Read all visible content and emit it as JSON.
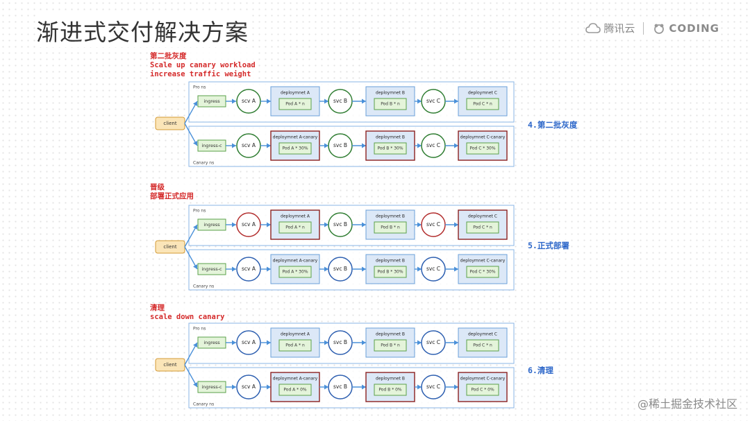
{
  "title": "渐进式交付解决方案",
  "brand": {
    "tencent": "腾讯云",
    "coding": "CODING"
  },
  "watermark": "@稀土掘金技术社区",
  "stages": [
    {
      "note_lines": [
        "第二批灰度",
        "Scale up canary workload",
        "increase traffic weight"
      ],
      "stage_label": "4.第二批灰度",
      "client": "client",
      "pro": {
        "ns": "Pro ns",
        "ingress": "ingress",
        "nodes": [
          {
            "svc": "scv A",
            "deploy": "deploymnet A",
            "pod": "Pod A * n"
          },
          {
            "svc": "svc B",
            "deploy": "deploymnet B",
            "pod": "Pod B * n"
          },
          {
            "svc": "svc C",
            "deploy": "deploymnet C",
            "pod": "Pod C * n"
          }
        ]
      },
      "canary": {
        "ns": "Canary ns",
        "ingress": "ingress-c",
        "nodes": [
          {
            "svc": "scv A",
            "deploy": "deploymnet A-canary",
            "pod": "Pod A * 30%"
          },
          {
            "svc": "svc B",
            "deploy": "deploymnet B",
            "pod": "Pod B * 30%"
          },
          {
            "svc": "svc C",
            "deploy": "deploymnet C-canary",
            "pod": "Pod C * 30%"
          }
        ]
      }
    },
    {
      "note_lines": [
        "晋级",
        "部署正式应用"
      ],
      "stage_label": "5.正式部署",
      "client": "client",
      "pro": {
        "ns": "Pro ns",
        "ingress": "ingress",
        "nodes": [
          {
            "svc": "scv A",
            "deploy": "deploymnet A",
            "pod": "Pod A * n"
          },
          {
            "svc": "svc B",
            "deploy": "deploymnet B",
            "pod": "Pod B * n"
          },
          {
            "svc": "svc C",
            "deploy": "deploymnet C",
            "pod": "Pod C * n"
          }
        ]
      },
      "canary": {
        "ns": "Canary ns",
        "ingress": "ingress-c",
        "nodes": [
          {
            "svc": "scv A",
            "deploy": "deploymnet A-canary",
            "pod": "Pod A * 30%"
          },
          {
            "svc": "svc B",
            "deploy": "deploymnet B",
            "pod": "Pod B * 30%"
          },
          {
            "svc": "svc C",
            "deploy": "deploymnet C-canary",
            "pod": "Pod C * 30%"
          }
        ]
      }
    },
    {
      "note_lines": [
        "清理",
        "scale down canary"
      ],
      "stage_label": "6.清理",
      "client": "client",
      "pro": {
        "ns": "Pro ns",
        "ingress": "ingress",
        "nodes": [
          {
            "svc": "scv A",
            "deploy": "deploymnet A",
            "pod": "Pod A * n"
          },
          {
            "svc": "svc B",
            "deploy": "deploymnet B",
            "pod": "Pod B * n"
          },
          {
            "svc": "svc C",
            "deploy": "deploymnet C",
            "pod": "Pod C * n"
          }
        ]
      },
      "canary": {
        "ns": "Canary ns",
        "ingress": "ingress-c",
        "nodes": [
          {
            "svc": "scv A",
            "deploy": "deploymnet A-canary",
            "pod": "Pod A * 0%"
          },
          {
            "svc": "svc B",
            "deploy": "deploymnet B",
            "pod": "Pod B * 0%"
          },
          {
            "svc": "svc C",
            "deploy": "deploymnet C-canary",
            "pod": "Pod C * 0%"
          }
        ]
      }
    }
  ],
  "colors": {
    "edge": "#4a90d9",
    "deploy_fill": "#dce8f7",
    "deploy_canary_border": "#8b2020",
    "pod_fill": "#e4f4da",
    "pod_border": "#5aa04a",
    "client_fill": "#fbe5b8",
    "client_border": "#d39a35",
    "ns_border": "#8ab4e6",
    "svc_green": "#2f7d32",
    "svc_red": "#b22d2d",
    "svc_blue": "#2d5fb0"
  }
}
